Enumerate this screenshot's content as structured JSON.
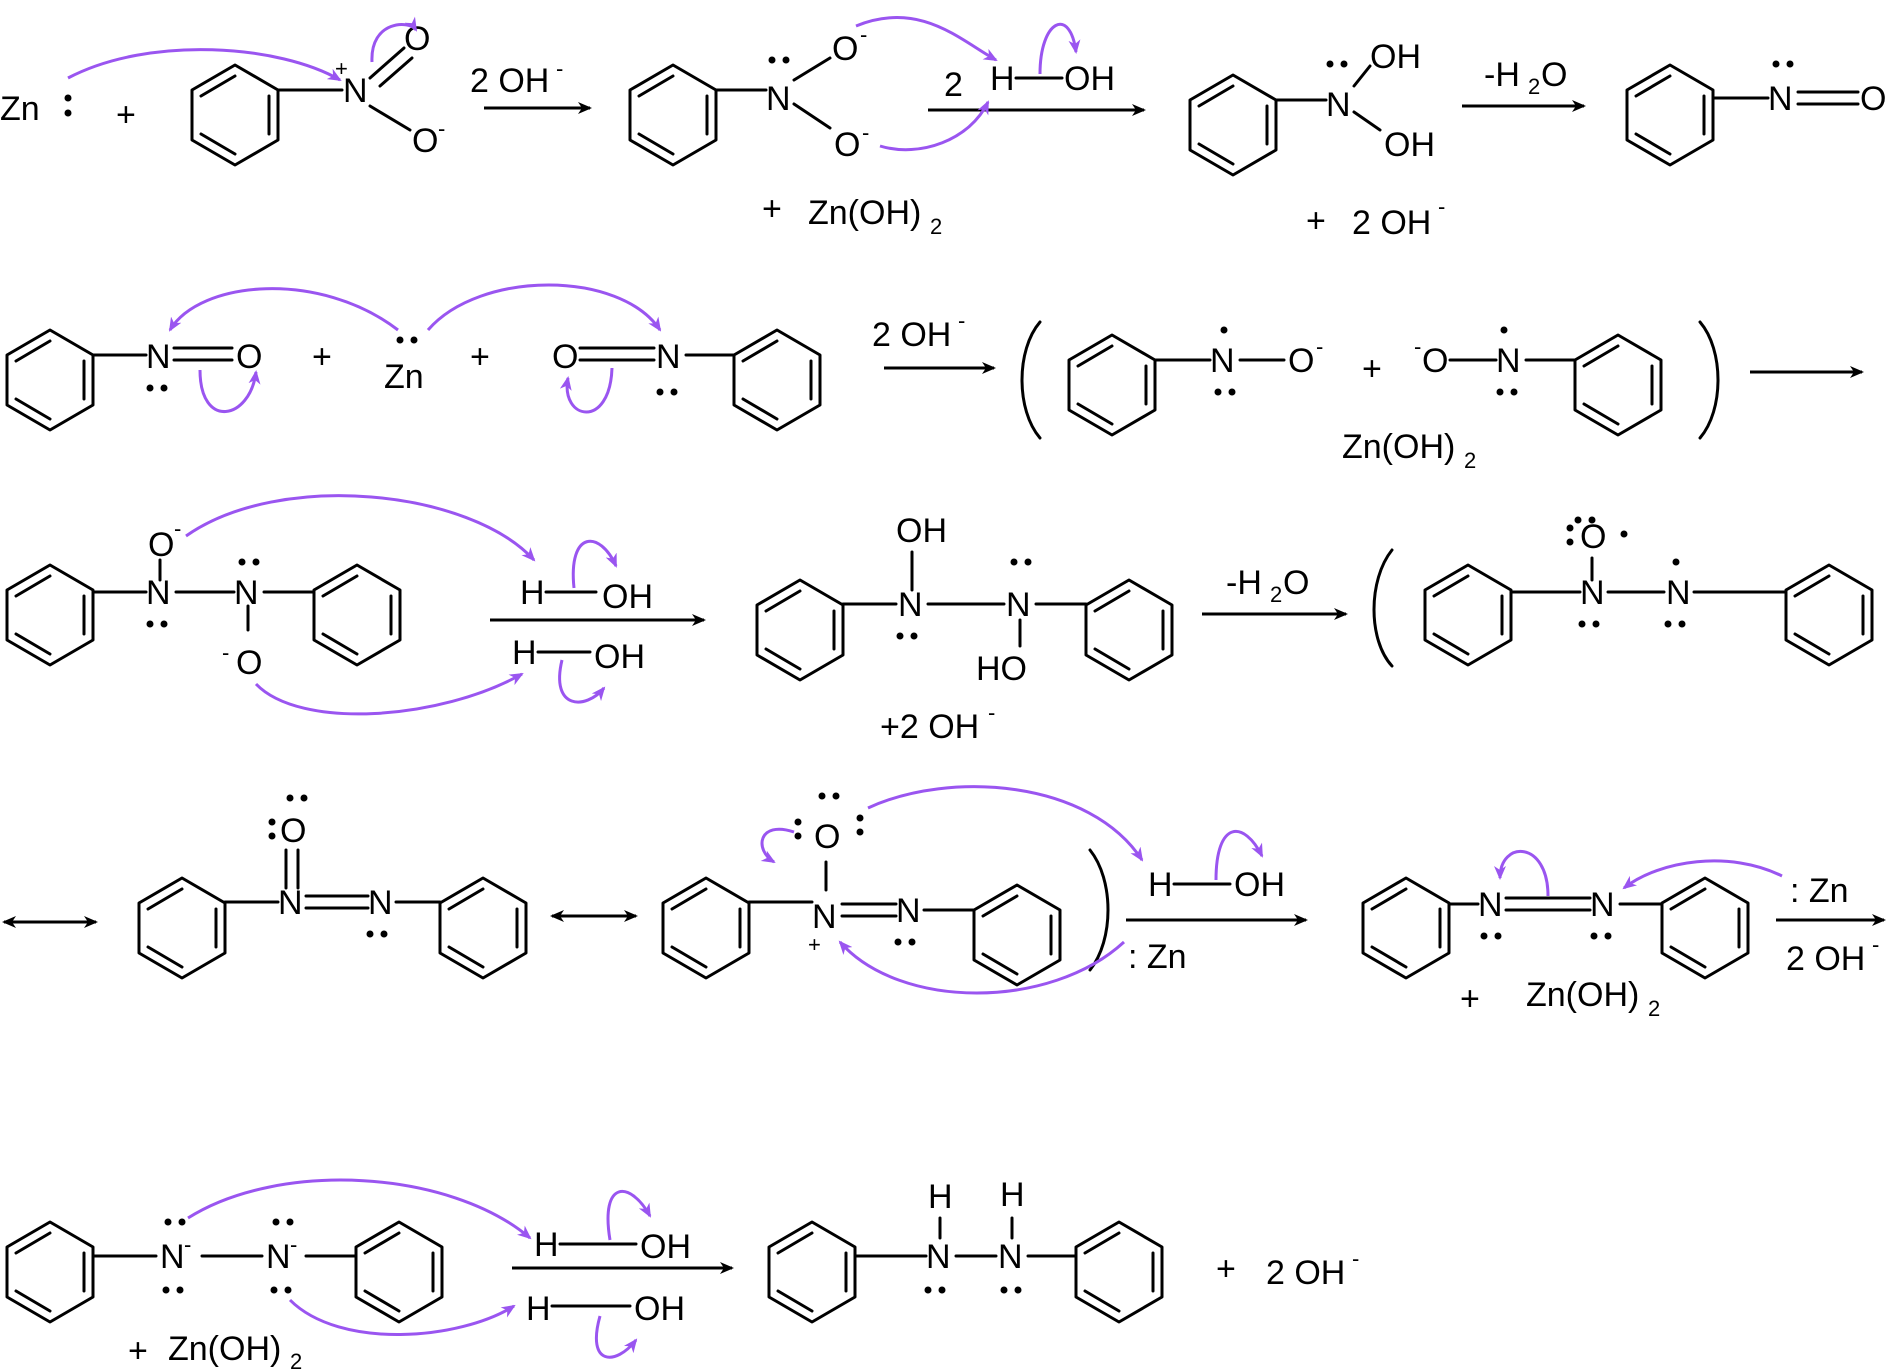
{
  "colors": {
    "arrow_curly": "#9a55f0",
    "ink": "#000000",
    "background": "#ffffff"
  },
  "labels": {
    "zn": "Zn",
    "plus": "+",
    "n": "N",
    "o": "O",
    "h": "H",
    "oh": "OH",
    "ho": "HO",
    "plus_2oh": "+2 OH",
    "two_oh": "2 OH",
    "two": "2",
    "minus_h2o": "-H",
    "h2o_tail": "O",
    "zn_oh2": "Zn(OH)",
    "sub2": "2",
    "neg": "-",
    "pos": "+",
    "colon_zn": ": Zn"
  },
  "icons": {
    "benzene": "benzene-ring-icon",
    "forward_arrow": "reaction-arrow-icon",
    "resonance_arrow": "resonance-arrow-icon",
    "curved_arrow": "electron-push-arrow-icon"
  },
  "reagent_ring": "benzene"
}
